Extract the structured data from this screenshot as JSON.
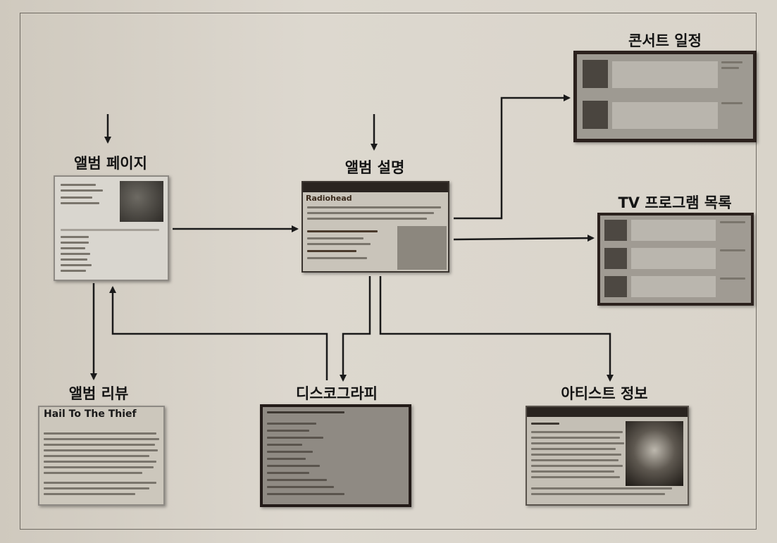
{
  "nodes": {
    "album_page": {
      "label": "앨범 페이지"
    },
    "album_description": {
      "label": "앨범 설명"
    },
    "concert_schedule": {
      "label": "콘서트 일정"
    },
    "tv_listings": {
      "label": "TV 프로그램 목록"
    },
    "album_review": {
      "label": "앨범 리뷰"
    },
    "discography": {
      "label": "디스코그라피"
    },
    "artist_info": {
      "label": "아티스트 정보"
    }
  },
  "thumbnails": {
    "album_description_heading": "Radiohead",
    "album_review_heading": "Hail To The Thief"
  }
}
